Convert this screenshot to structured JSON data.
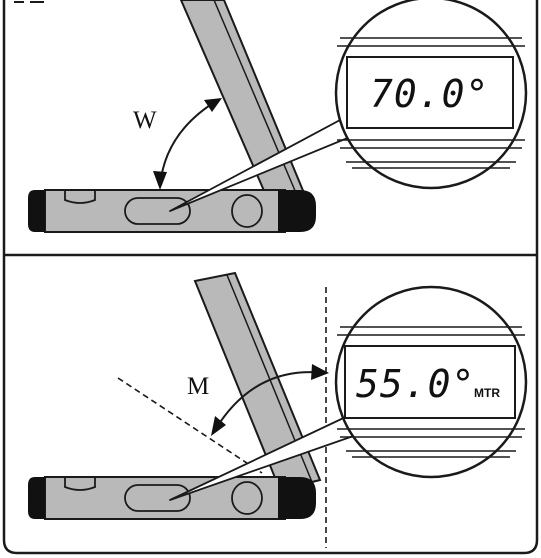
{
  "figure": {
    "top": {
      "angle_label": "W",
      "display_reading": "70.0°",
      "display_unit": ""
    },
    "bottom": {
      "angle_label": "M",
      "display_reading": "55.0°",
      "display_unit": "MTR"
    }
  },
  "colors": {
    "stroke": "#1a1a1a",
    "body_fill": "#b9b9b9",
    "arm_fill": "#b9b9b9",
    "cap_fill": "#111111",
    "lcd_fill": "#ffffff",
    "frame": "#1a1a1a"
  }
}
